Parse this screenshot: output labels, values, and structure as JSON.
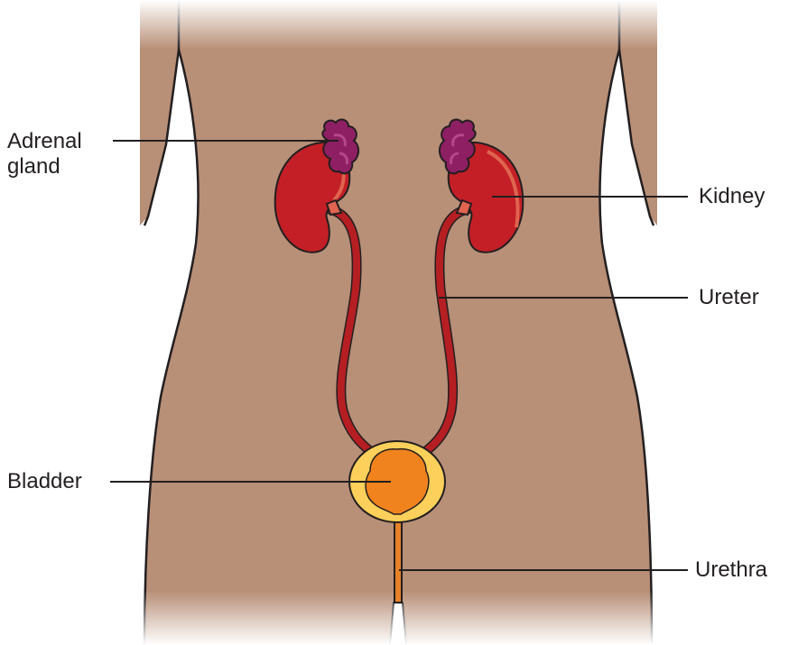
{
  "labels": {
    "adrenal_gland": "Adrenal\ngland",
    "kidney": "Kidney",
    "ureter": "Ureter",
    "bladder": "Bladder",
    "urethra": "Urethra"
  },
  "colors": {
    "skin": "#b88f77",
    "body_outline": "#231f20",
    "kidney": "#c41f26",
    "kidney_highlight": "#e0644f",
    "ureter": "#b51e22",
    "adrenal": "#8e1f63",
    "adrenal_highlight": "#b4488b",
    "bladder_wall": "#fcd05a",
    "bladder_lumen": "#f0831d",
    "urethra": "#e8822a",
    "leader_line": "#231f20"
  }
}
